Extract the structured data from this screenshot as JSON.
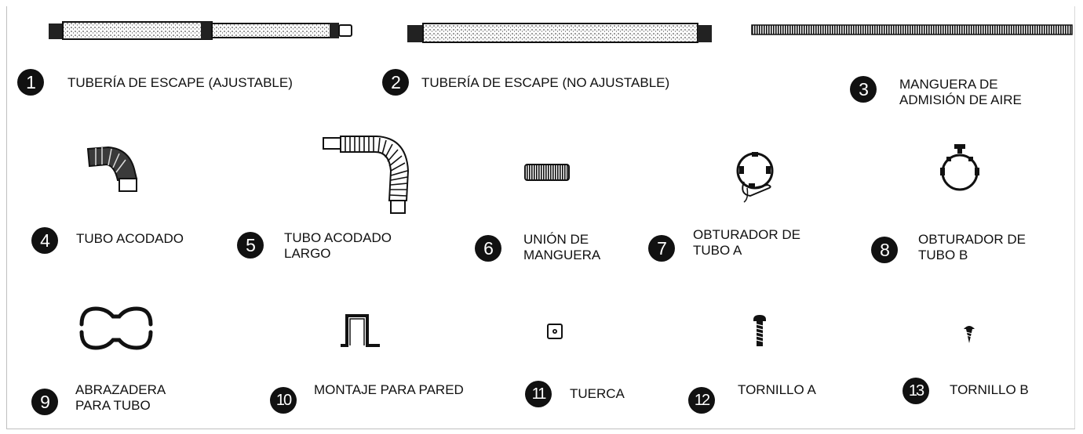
{
  "parts": [
    {
      "number": "1",
      "icon": "adjustable-exhaust-pipe-icon",
      "lines": [
        "TUBERÍA DE ESCAPE (AJUSTABLE)"
      ]
    },
    {
      "number": "2",
      "icon": "exhaust-pipe-icon",
      "lines": [
        "TUBERÍA DE ESCAPE (NO AJUSTABLE)"
      ]
    },
    {
      "number": "3",
      "icon": "air-intake-hose-icon",
      "lines": [
        "MANGUERA DE",
        "ADMISIÓN DE AIRE"
      ]
    },
    {
      "number": "4",
      "icon": "elbow-pipe-icon",
      "lines": [
        "TUBO ACODADO"
      ]
    },
    {
      "number": "5",
      "icon": "long-elbow-pipe-icon",
      "lines": [
        "TUBO ACODADO",
        "LARGO"
      ]
    },
    {
      "number": "6",
      "icon": "hose-coupling-icon",
      "lines": [
        "UNIÓN DE",
        "MANGUERA"
      ]
    },
    {
      "number": "7",
      "icon": "pipe-plug-a-icon",
      "lines": [
        "OBTURADOR DE",
        "TUBO A"
      ]
    },
    {
      "number": "8",
      "icon": "pipe-plug-b-icon",
      "lines": [
        "OBTURADOR DE",
        "TUBO B"
      ]
    },
    {
      "number": "9",
      "icon": "pipe-clamp-icon",
      "lines": [
        "ABRAZADERA",
        "PARA TUBO"
      ]
    },
    {
      "number": "10",
      "icon": "wall-mount-icon",
      "lines": [
        "MONTAJE PARA PARED"
      ]
    },
    {
      "number": "11",
      "icon": "nut-icon",
      "lines": [
        "TUERCA"
      ]
    },
    {
      "number": "12",
      "icon": "screw-a-icon",
      "lines": [
        "TORNILLO A"
      ]
    },
    {
      "number": "13",
      "icon": "screw-b-icon",
      "lines": [
        "TORNILLO B"
      ]
    }
  ]
}
